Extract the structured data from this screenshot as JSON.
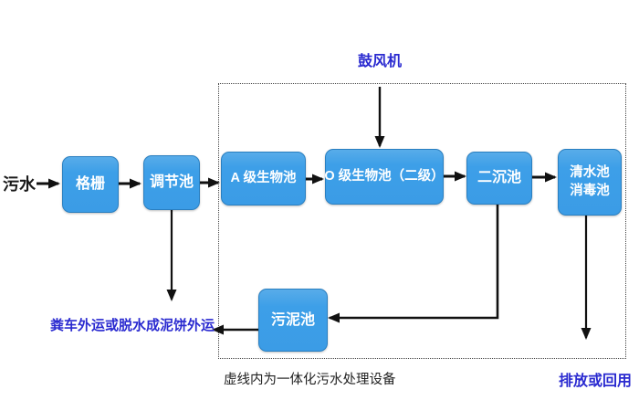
{
  "diagram": {
    "influent_label": "污水",
    "blower_label": "鼓风机",
    "boxes": {
      "grid": "格栅",
      "regulating_tank": "调节池",
      "a_bio_tank": "A 级生物池",
      "o_bio_tank": "O 级生物池（二级）",
      "secondary_clarifier": "二沉池",
      "clear_tank_line1": "清水池",
      "clear_tank_line2": "消毒池",
      "sludge_tank": "污泥池"
    },
    "annotations": {
      "sludge_disposal": "粪车外运或脱水成泥饼外运",
      "dashed_box_caption": "虚线内为一体化污水处理设备",
      "effluent": "排放或回用"
    },
    "colors": {
      "box_fill": "#3d9fe8",
      "box_border": "#2a7fc0",
      "box_text": "#ffffff",
      "blue_label": "#2a2ad0",
      "black_text": "#1a1a1a",
      "line": "#111111"
    }
  }
}
